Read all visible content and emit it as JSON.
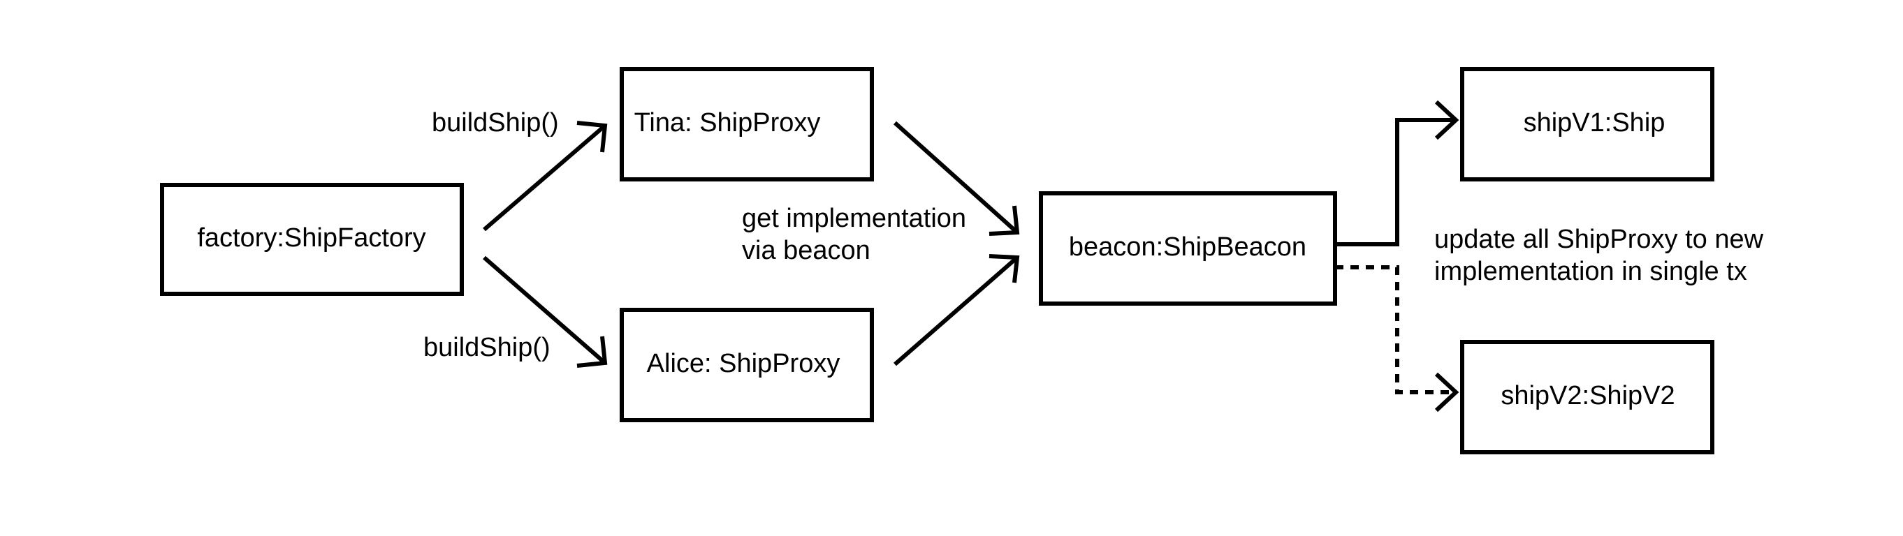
{
  "colors": {
    "background": "#ffffff",
    "stroke": "#000000"
  },
  "nodes": {
    "factory": "factory:ShipFactory",
    "tina": "Tina: ShipProxy",
    "alice": "Alice: ShipProxy",
    "beacon": "beacon:ShipBeacon",
    "ship_v1": "shipV1:Ship",
    "ship_v2": "shipV2:ShipV2"
  },
  "edge_labels": {
    "build_ship_top": "buildShip()",
    "build_ship_bottom": "buildShip()",
    "get_implementation": [
      "get implementation",
      "via beacon"
    ],
    "update_all": [
      "update all ShipProxy to new",
      "implementation in single tx"
    ]
  }
}
